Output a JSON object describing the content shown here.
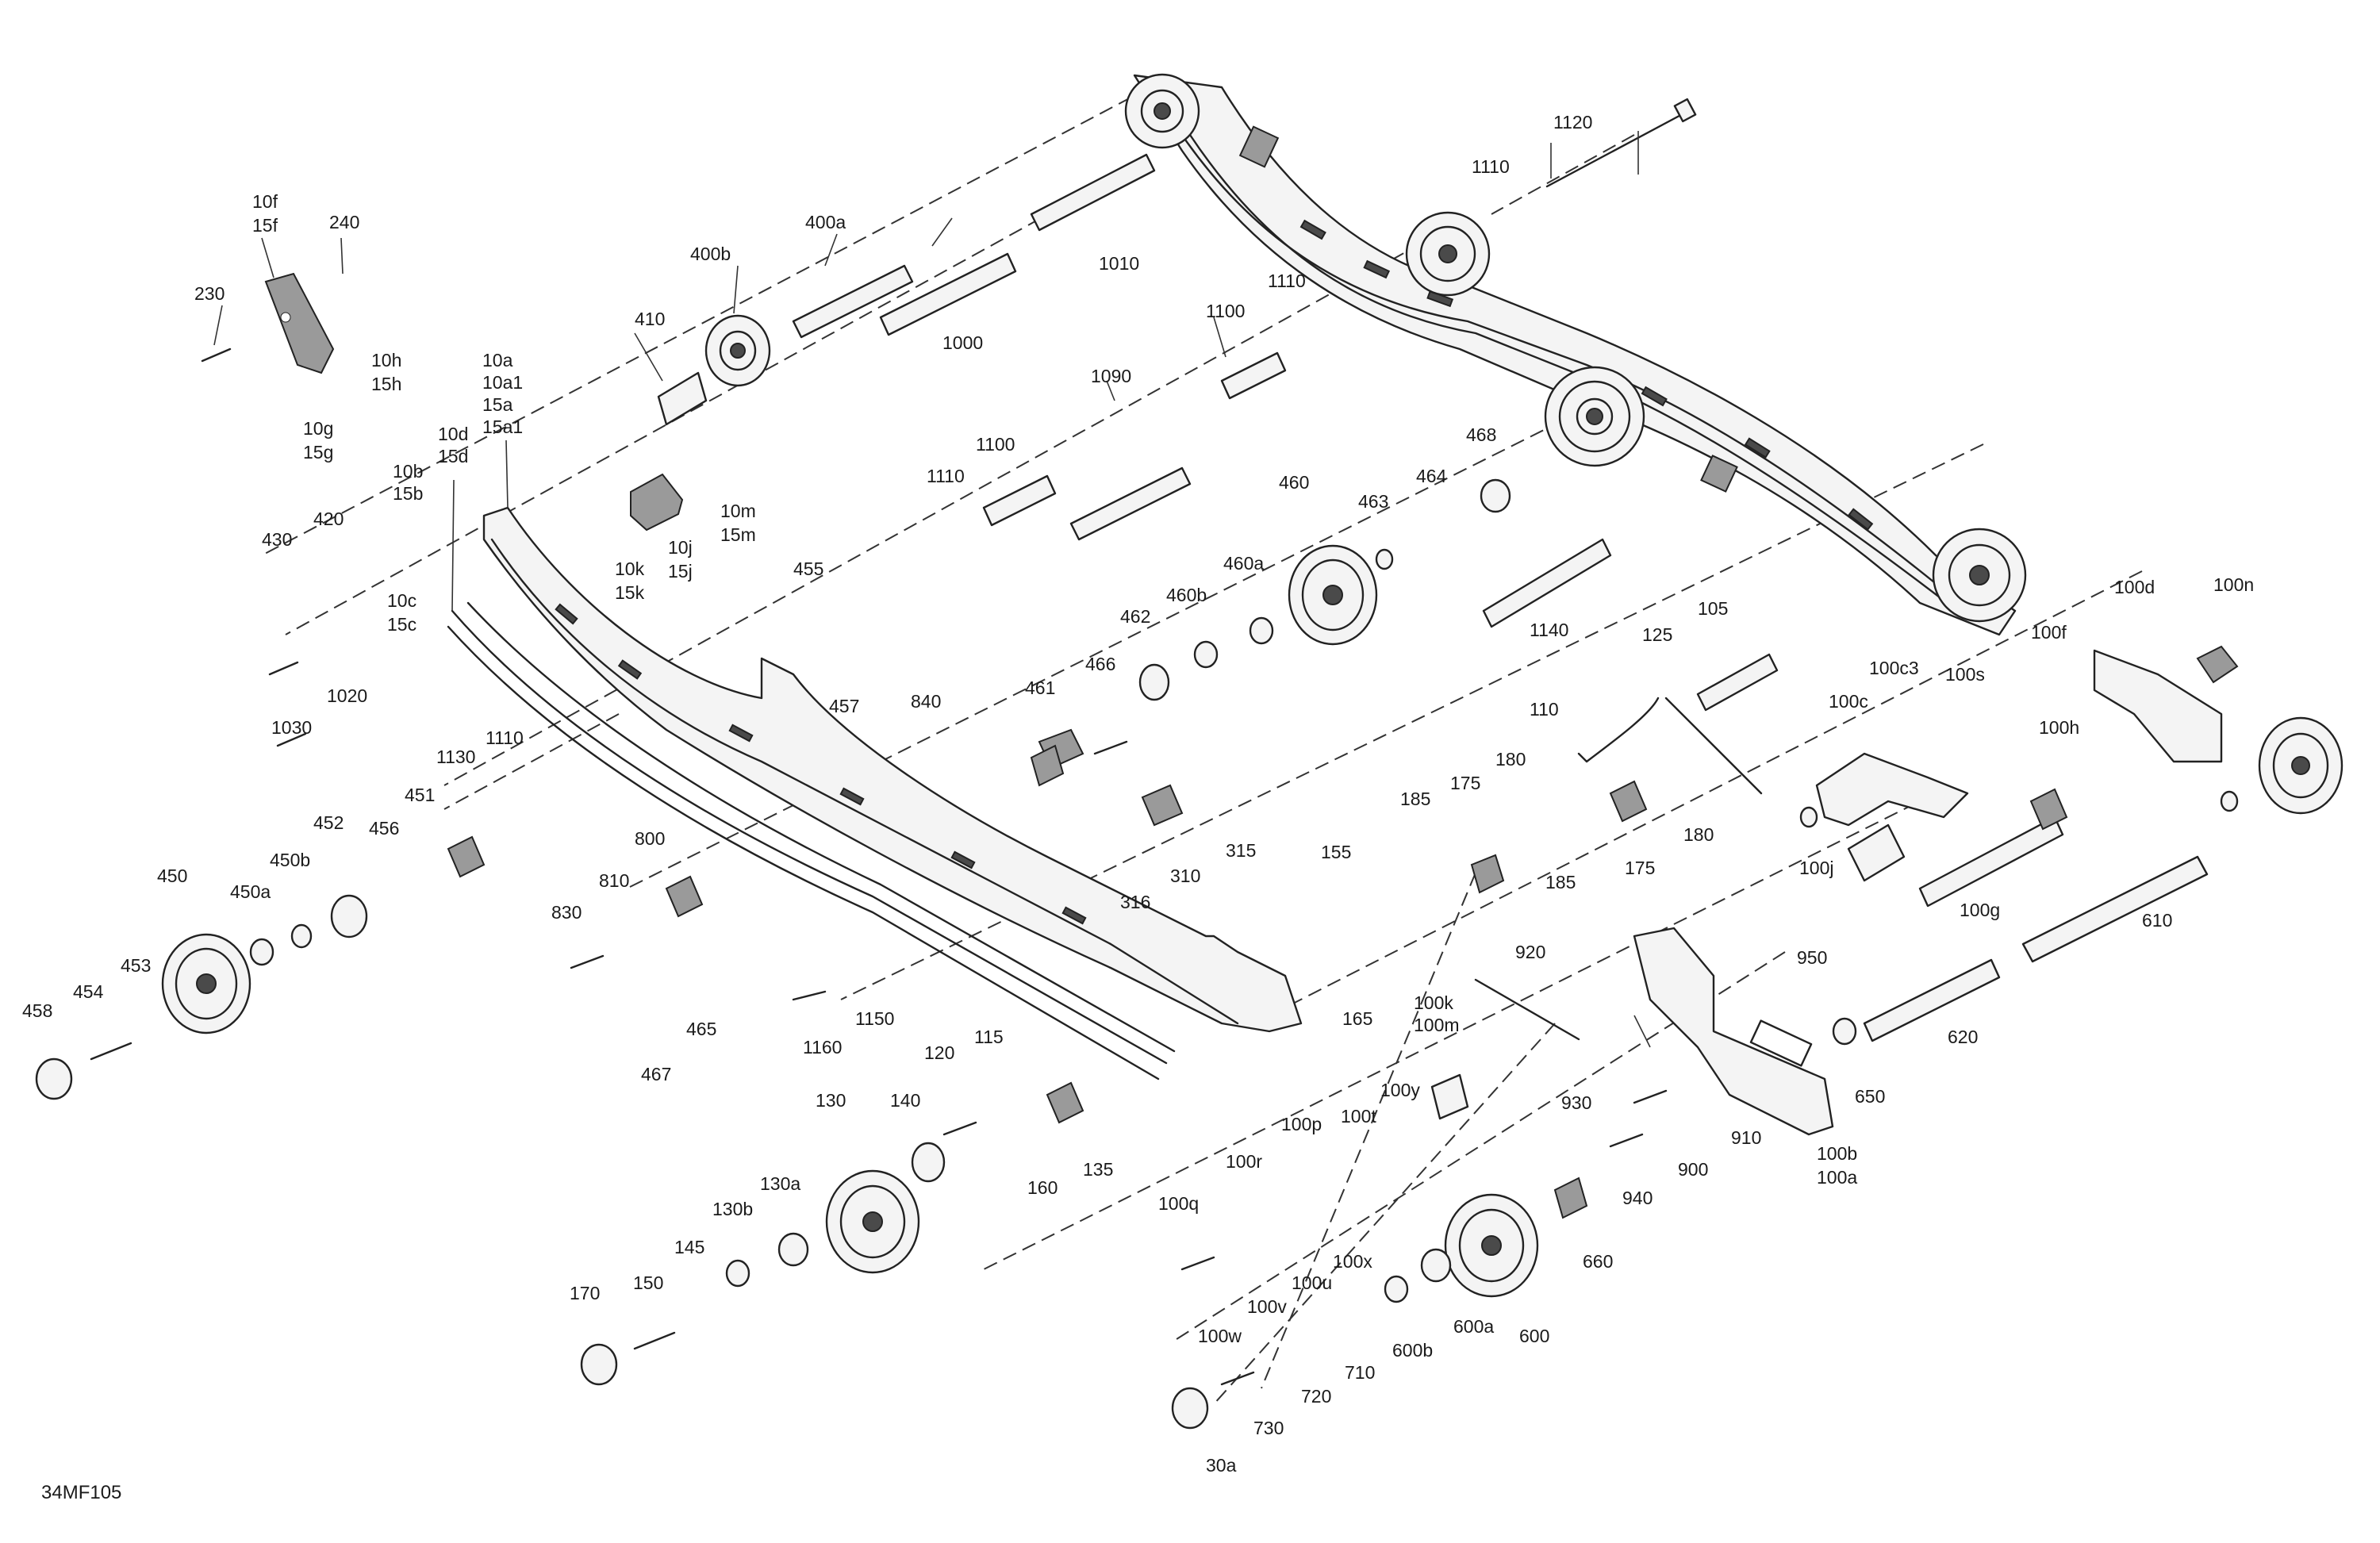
{
  "document_code": "34MF105",
  "part_labels": {
    "L1120": "1120",
    "L1110a": "1110",
    "L1110b": "1110",
    "L1110c": "1110",
    "L1110d": "1110",
    "L10f": "10f",
    "L15f": "15f",
    "L240": "240",
    "L230": "230",
    "L10h": "10h",
    "L15h": "15h",
    "L10g": "10g",
    "L15g": "15g",
    "L400b": "400b",
    "L400a": "400a",
    "L1010": "1010",
    "L1000": "1000",
    "L1100a": "1100",
    "L1100b": "1100",
    "L1090": "1090",
    "L410": "410",
    "L10a": "10a",
    "L10a1": "10a1",
    "L15a": "15a",
    "L15a1": "15a1",
    "L10d": "10d",
    "L15d": "15d",
    "L10b": "10b",
    "L15b": "15b",
    "L10m": "10m",
    "L15m": "15m",
    "L10j": "10j",
    "L15j": "15j",
    "L10k": "10k",
    "L15k": "15k",
    "L468": "468",
    "L464": "464",
    "L463": "463",
    "L460": "460",
    "L460a": "460a",
    "L460b": "460b",
    "L462": "462",
    "L461": "461",
    "L466": "466",
    "L430": "430",
    "L420": "420",
    "L1030": "1030",
    "L1020": "1020",
    "L10c": "10c",
    "L15c": "15c",
    "L455": "455",
    "L457": "457",
    "L840": "840",
    "L1140": "1140",
    "L125": "125",
    "L105": "105",
    "L110": "110",
    "L100c3": "100c3",
    "L100s": "100s",
    "L100c": "100c",
    "L100d": "100d",
    "L100n": "100n",
    "L100f": "100f",
    "L100h": "100h",
    "L1130": "1130",
    "L451": "451",
    "L456": "456",
    "L452": "452",
    "L450b": "450b",
    "L450a": "450a",
    "L450": "450",
    "L453": "453",
    "L454": "454",
    "L458": "458",
    "L800": "800",
    "L810": "810",
    "L830": "830",
    "L465": "465",
    "L467": "467",
    "L310": "310",
    "L315": "315",
    "L316": "316",
    "L185a": "185",
    "L185b": "185",
    "L175a": "175",
    "L175b": "175",
    "L180a": "180",
    "L180b": "180",
    "L155": "155",
    "L165": "165",
    "L100j": "100j",
    "L100g": "100g",
    "L610": "610",
    "L1160": "1160",
    "L1150": "1150",
    "L120": "120",
    "L115": "115",
    "L130": "130",
    "L140": "140",
    "L135": "135",
    "L160": "160",
    "L130a": "130a",
    "L130b": "130b",
    "L145": "145",
    "L150": "150",
    "L170": "170",
    "L920": "920",
    "L950": "950",
    "L650": "650",
    "L620": "620",
    "L930": "930",
    "L910": "910",
    "L900": "900",
    "L940": "940",
    "L100b": "100b",
    "L100a": "100a",
    "L100k": "100k",
    "L100m": "100m",
    "L100y": "100y",
    "L100t": "100t",
    "L100p": "100p",
    "L100r": "100r",
    "L100q": "100q",
    "L100x": "100x",
    "L100u": "100u",
    "L100v": "100v",
    "L100w": "100w",
    "L600": "600",
    "L600a": "600a",
    "L600b": "600b",
    "L660": "660",
    "L710": "710",
    "L720": "720",
    "L730": "730",
    "L30a": "30a"
  }
}
